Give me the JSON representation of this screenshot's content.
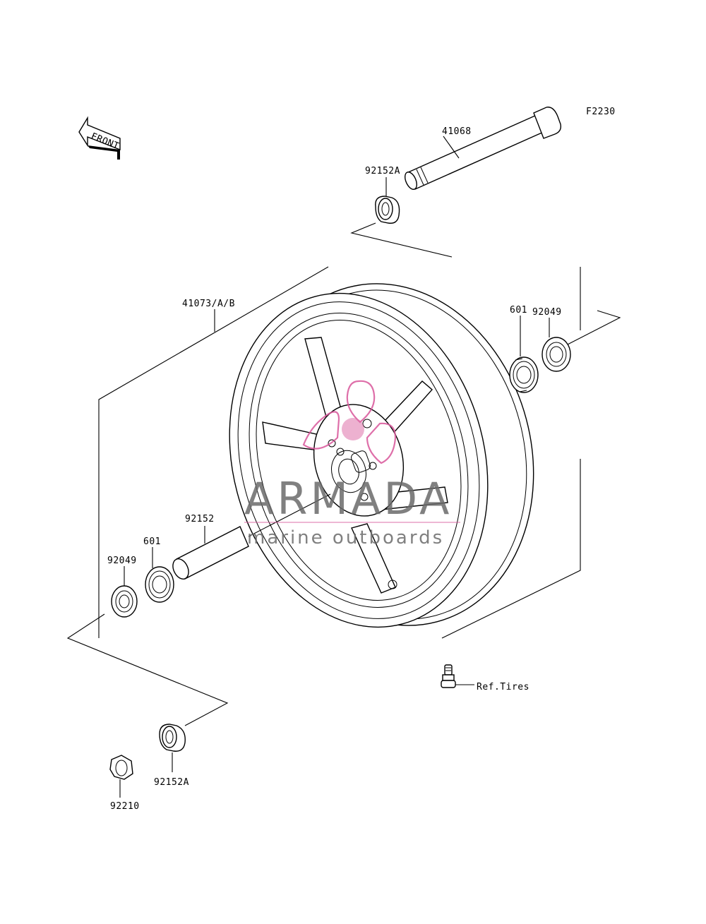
{
  "figure_code": "F2230",
  "front_arrow_label": "FRONT",
  "parts": {
    "axle": "41068",
    "collar_top": "92152A",
    "wheel": "41073/A/B",
    "seal_right": "92049",
    "bearing_right": "601",
    "spacer": "92152",
    "bearing_left": "601",
    "seal_left": "92049",
    "collar_bottom": "92152A",
    "nut": "92210",
    "valve_ref": "Ref.Tires"
  },
  "watermark": {
    "brand": "ARMADA",
    "tagline": "marine outboards",
    "accent_color": "#d9579b"
  }
}
